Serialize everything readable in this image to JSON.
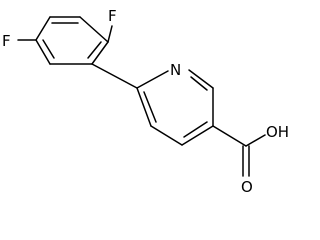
{
  "molecule": {
    "atoms": {
      "fluorine_top": "F",
      "fluorine_left": "F",
      "ring_nitrogen": "N",
      "hydroxyl": "OH",
      "carbonyl_oxygen": "O"
    }
  },
  "colors": {
    "bond": "#000000",
    "label": "#000000",
    "background": "#ffffff"
  }
}
